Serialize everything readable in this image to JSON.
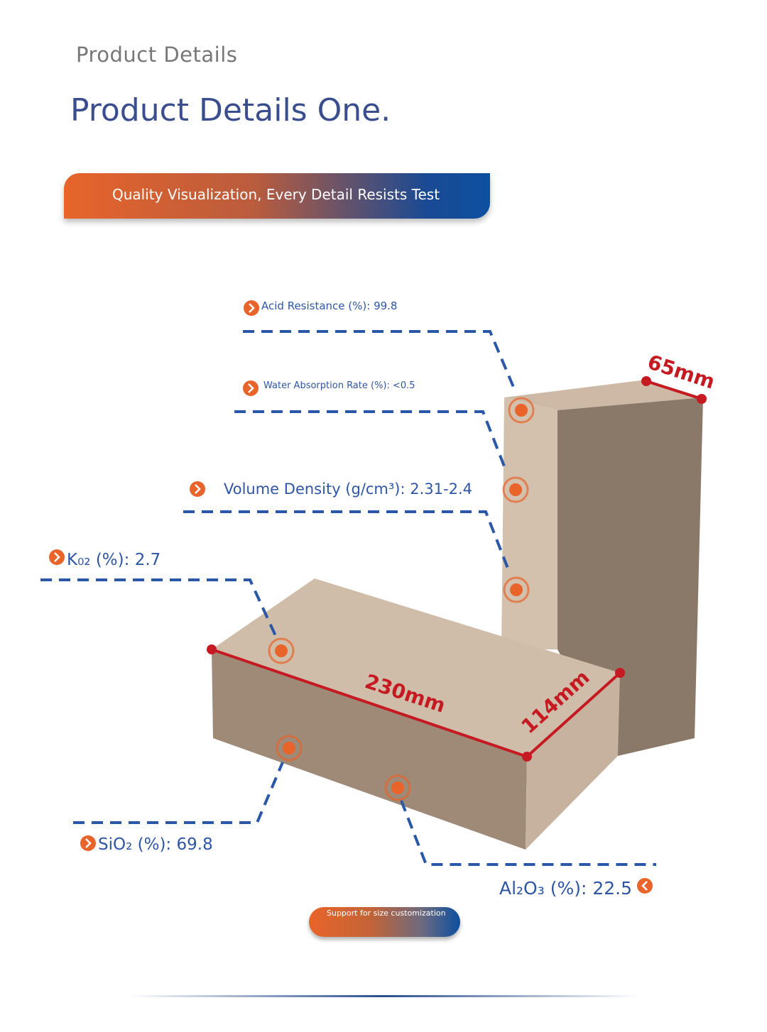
{
  "header": {
    "kicker": "Product Details",
    "title": "Product Details One."
  },
  "banner": {
    "text": "Quality Visualization, Every Detail Resists Test"
  },
  "specs": {
    "acid": "Acid Resistance (%): 99.8",
    "water": "Water Absorption Rate (%): <0.5",
    "density": "Volume Density (g/cm³): 2.31-2.4",
    "k2o": "K₀₂ (%): 2.7",
    "sio2": "SiO₂ (%): 69.8",
    "al2o3": "Al₂O₃ (%): 22.5"
  },
  "dimensions": {
    "length": "230mm",
    "width": "114mm",
    "thickness": "65mm"
  },
  "footer": {
    "pill": "Support for size customization"
  },
  "colors": {
    "accent": "#e8642a",
    "brand": "#2f56a5",
    "dimension": "#c61a22"
  }
}
